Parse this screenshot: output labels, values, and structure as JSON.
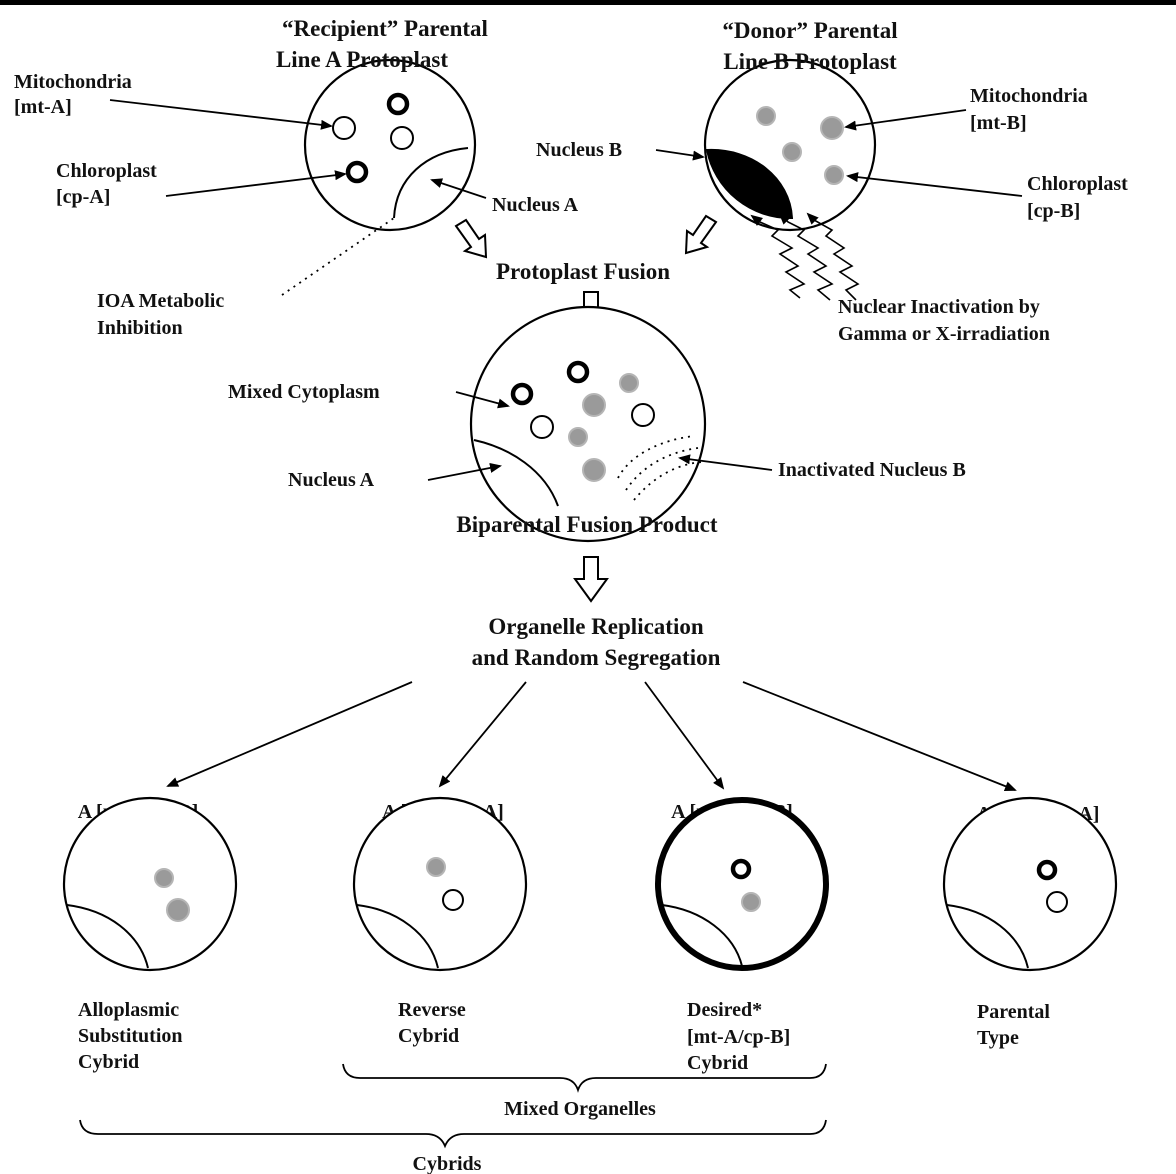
{
  "recipient": {
    "line1": "“Recipient” Parental",
    "line2": "Line A Protoplast"
  },
  "donor": {
    "line1": "“Donor” Parental",
    "line2": "Line B Protoplast"
  },
  "labels": {
    "mito_a_1": "Mitochondria",
    "mito_a_2": "[mt-A]",
    "chloro_a_1": "Chloroplast",
    "chloro_a_2": "[cp-A]",
    "nucleus_a": "Nucleus A",
    "nucleus_b": "Nucleus B",
    "mito_b_1": "Mitochondria",
    "mito_b_2": "[mt-B]",
    "chloro_b_1": "Chloroplast",
    "chloro_b_2": "[cp-B]",
    "ioa_1": "IOA Metabolic",
    "ioa_2": "Inhibition",
    "fusion": "Protoplast Fusion",
    "inact_1": "Nuclear Inactivation by",
    "inact_2": "Gamma or X-irradiation",
    "mixed_cyto": "Mixed Cytoplasm",
    "nucleus_a2": "Nucleus A",
    "inact_nuc_b": "Inactivated Nucleus B",
    "biparental": "Biparental Fusion Product",
    "replication_1": "Organelle Replication",
    "replication_2": "and Random Segregation",
    "mixed_organelles": "Mixed Organelles",
    "cybrids": "Cybrids"
  },
  "products": [
    {
      "genotype": "A [mt-B/cp-B]",
      "name": [
        "Alloplasmic",
        "Substitution",
        "Cybrid"
      ]
    },
    {
      "genotype": "A [mt-B/cp-A]",
      "name": [
        "Reverse",
        "Cybrid"
      ]
    },
    {
      "genotype": "A [mt-A/cp-B]",
      "name": [
        "Desired*",
        "[mt-A/cp-B]",
        "Cybrid"
      ]
    },
    {
      "genotype": "A [mt-A/cp-A]",
      "name": [
        "Parental",
        "Type"
      ]
    }
  ]
}
